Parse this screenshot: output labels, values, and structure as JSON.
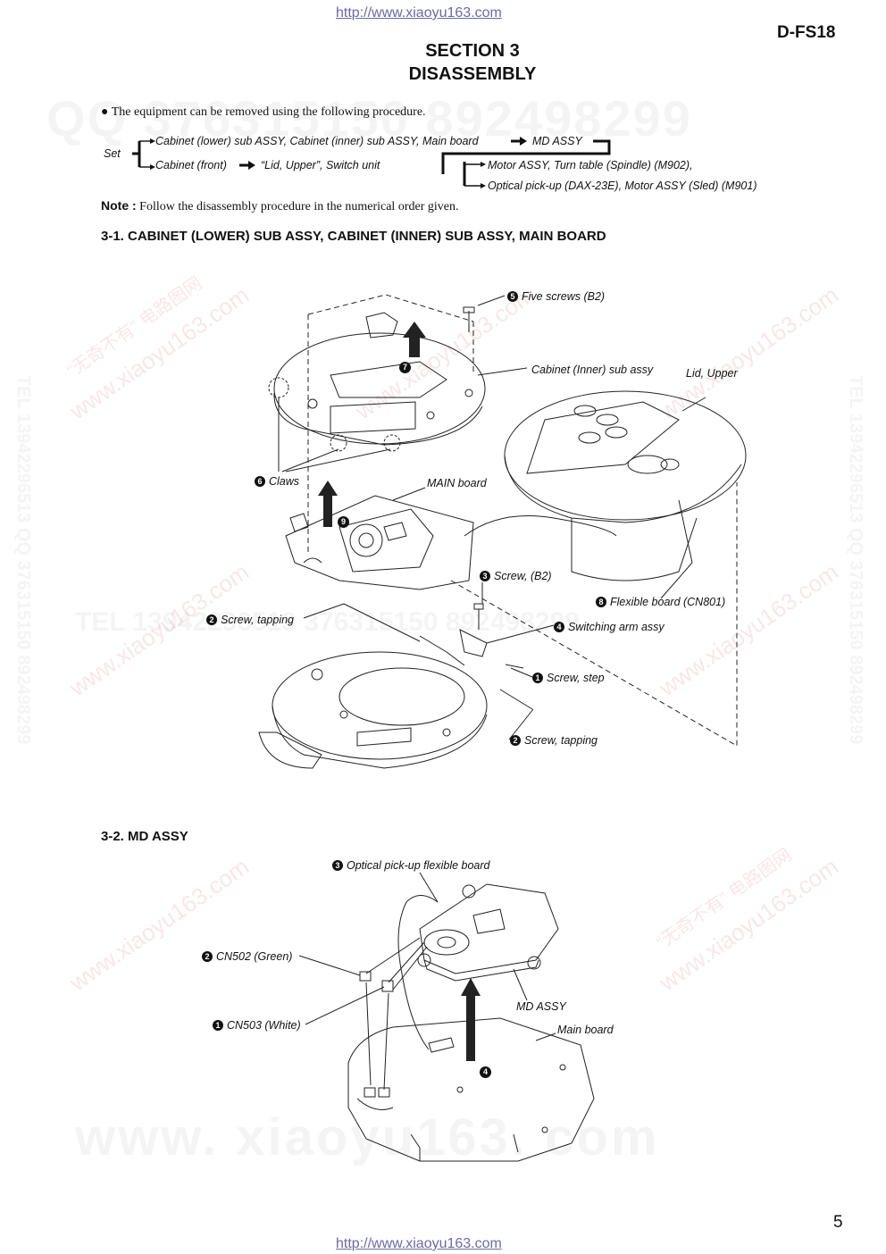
{
  "page": {
    "url_top": "http://www.xiaoyu163.com",
    "url_bottom": "http://www.xiaoyu163.com",
    "model": "D-FS18",
    "section": "SECTION 3",
    "title": "DISASSEMBLY",
    "page_number": "5"
  },
  "intro": {
    "bullet_text": "The equipment can be removed using the following procedure.",
    "note_label": "Note :",
    "note_text": "Follow the disassembly procedure in the numerical order given."
  },
  "flow": {
    "set_label": "Set",
    "row1_a": "Cabinet (lower) sub ASSY, Cabinet (inner) sub ASSY, Main board",
    "row1_b": "MD ASSY",
    "row2_a": "Cabinet (front)",
    "row2_b": "“Lid, Upper”, Switch unit",
    "row3": "Motor ASSY, Turn table (Spindle) (M902),",
    "row4": "Optical pick-up (DAX-23E), Motor ASSY (Sled) (M901)"
  },
  "section_3_1": {
    "heading": "3-1. CABINET (LOWER) SUB ASSY, CABINET (INNER)  SUB ASSY, MAIN BOARD",
    "labels": {
      "five_screws": "Five screws (B2)",
      "cabinet_inner": "Cabinet (Inner) sub assy",
      "lid_upper": "Lid, Upper",
      "claws": "Claws",
      "main_board": "MAIN board",
      "screw_b2": "Screw, (B2)",
      "flexible_board": "Flexible board (CN801)",
      "screw_tapping_left": "Screw, tapping",
      "switching_arm": "Switching arm assy",
      "screw_step": "Screw, step",
      "screw_tapping_right": "Screw, tapping"
    },
    "step_numbers": {
      "five_screws": "5",
      "seven": "7",
      "claws": "6",
      "nine": "9",
      "screw_b2": "3",
      "flexible_board": "8",
      "screw_tapping_left": "2",
      "switching_arm": "4",
      "screw_step": "1",
      "screw_tapping_right": "2"
    }
  },
  "section_3_2": {
    "heading": "3-2. MD ASSY",
    "labels": {
      "optical_flex": "Optical pick-up flexible board",
      "cn502": "CN502 (Green)",
      "cn503": "CN503 (White)",
      "md_assy": "MD ASSY",
      "main_board": "Main board"
    },
    "step_numbers": {
      "optical_flex": "3",
      "cn502": "2",
      "cn503": "1",
      "four": "4"
    }
  },
  "watermarks": {
    "qq_top": "QQ 376315150 892498299",
    "tel_mid": "TEL 13942296513 376315150 892498299",
    "www_bottom": "www. xiaoyu163. com",
    "site": "www.xiaoyu163.com",
    "cn": "“无奇不有” 电路图网",
    "vert_left": "TEL 13942296513 QQ 376315150 892498299",
    "vert_right": "TEL 13942296513 QQ 376315150 892498299"
  },
  "colors": {
    "text": "#111111",
    "url": "#6a6aa8",
    "line": "#222222"
  }
}
